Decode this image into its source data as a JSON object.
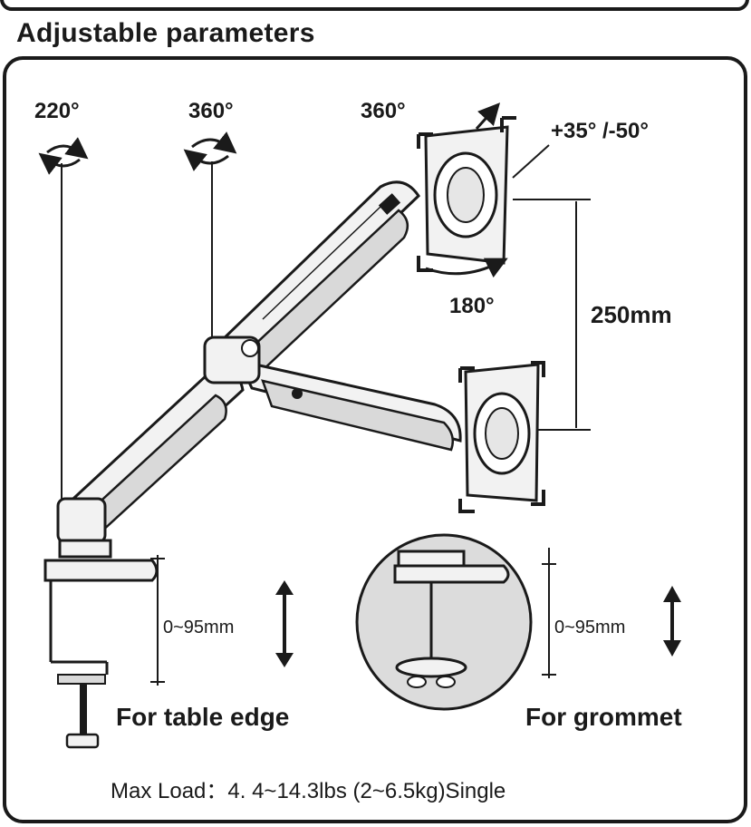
{
  "heading": "Adjustable parameters",
  "labels": {
    "rot_base": "220°",
    "rot_mid": "360°",
    "rot_head": "360°",
    "tilt": "+35° /-50°",
    "swivel": "180°",
    "height_range": "250mm",
    "desk_range_left": "0~95mm",
    "desk_range_right": "0~95mm",
    "mount_table": "For table edge",
    "mount_grommet": "For grommet",
    "max_load": "Max Load：4. 4~14.3lbs (2~6.5kg)Single"
  },
  "colors": {
    "ink": "#1a1a1a",
    "fill_light": "#f2f2f2",
    "fill_mid": "#d9d9d9",
    "grommet_bg": "#dcdcdc"
  }
}
